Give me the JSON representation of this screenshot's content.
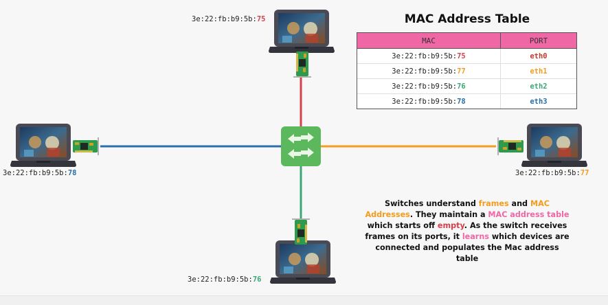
{
  "colors": {
    "red": "#d5404b",
    "orange": "#f39c1f",
    "green": "#3aa776",
    "blue": "#2a6fa8",
    "pink": "#f067a6",
    "dark_red": "#c0392b",
    "switch_green": "#5cb85c"
  },
  "devices": {
    "top": {
      "prefix": "3e:22:fb:b9:5b:",
      "suffix": "75"
    },
    "left": {
      "prefix": "3e:22:fb:b9:5b:",
      "suffix": "78"
    },
    "right": {
      "prefix": "3e:22:fb:b9:5b:",
      "suffix": "77"
    },
    "bottom": {
      "prefix": "3e:22:fb:b9:5b:",
      "suffix": "76"
    }
  },
  "table": {
    "title": "MAC Address Table",
    "headers": [
      "MAC",
      "PORT"
    ],
    "rows": [
      {
        "prefix": "3e:22:fb:b9:5b:",
        "suffix": "75",
        "port": "eth0"
      },
      {
        "prefix": "3e:22:fb:b9:5b:",
        "suffix": "77",
        "port": "eth1"
      },
      {
        "prefix": "3e:22:fb:b9:5b:",
        "suffix": "76",
        "port": "eth2"
      },
      {
        "prefix": "3e:22:fb:b9:5b:",
        "suffix": "78",
        "port": "eth3"
      }
    ]
  },
  "explanation": {
    "t1": "Switches understand ",
    "k1": "frames",
    "t2": " and ",
    "k2": "MAC Addresses",
    "t3": ". They maintain a ",
    "k3": "MAC address table",
    "t4": " which starts off ",
    "k4": "empty",
    "t5": ". As the switch receives frames on its ports, it ",
    "k5": "learns",
    "t6": " which devices are connected and populates the Mac address table"
  },
  "icons": {
    "laptop": "laptop-icon",
    "nic": "network-card-icon",
    "switch": "switch-icon"
  }
}
